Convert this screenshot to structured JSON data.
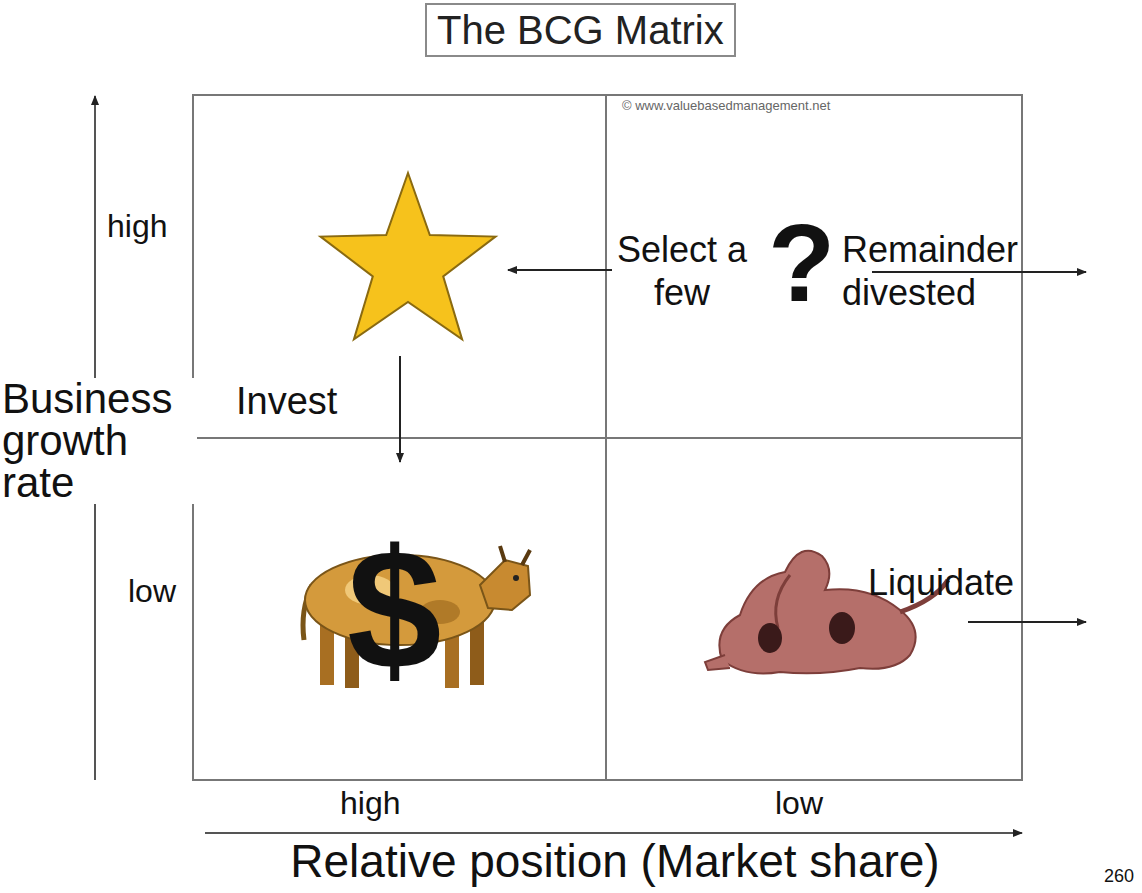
{
  "diagram": {
    "title": "The BCG Matrix",
    "labels": [
      "© www.valuebasedmanagement.net",
      "high",
      "Select a few",
      "?",
      "Remainder divested",
      "Business growth rate",
      "Invest",
      "low",
      "$",
      "Liquidate",
      "high",
      "low",
      "Relative position (Market share)",
      "260"
    ]
  }
}
